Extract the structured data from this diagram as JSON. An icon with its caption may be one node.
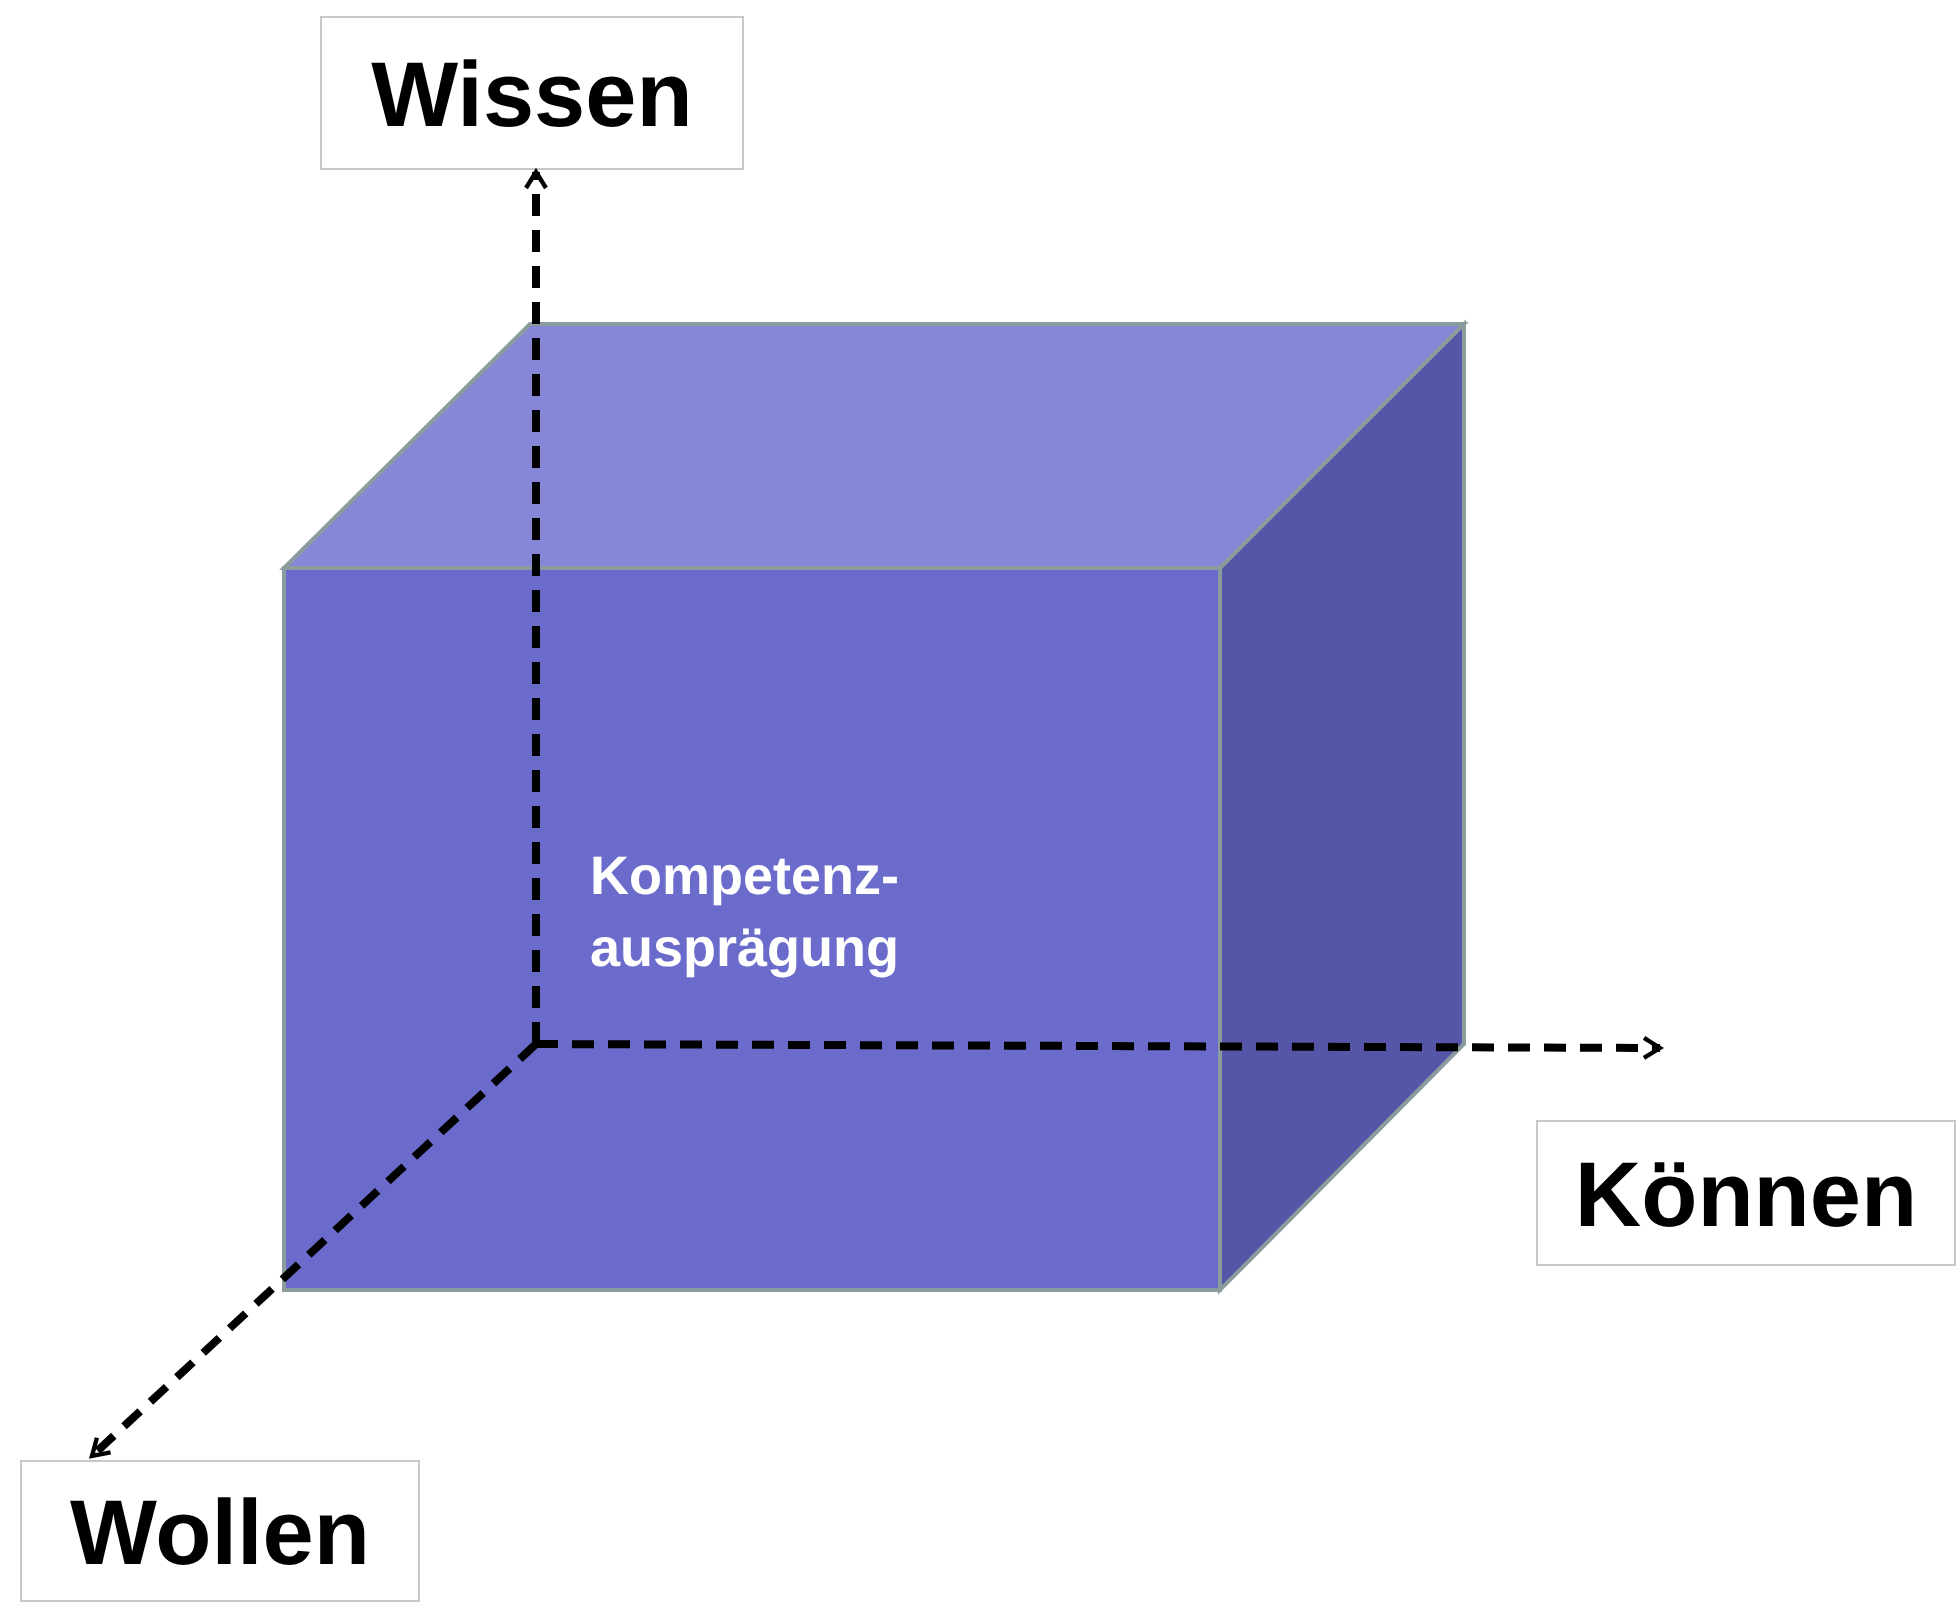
{
  "diagram": {
    "nodes": [
      {
        "text": [
          "Kompetenz- ausprägung"
        ]
      },
      {
        "text": [
          "Wissen"
        ]
      },
      {
        "text": [
          "Können"
        ]
      },
      {
        "text": [
          "Wollen"
        ]
      }
    ],
    "edges": [
      {
        "from": 0,
        "to": 1,
        "arrow": "to",
        "style": "dashed"
      },
      {
        "from": 0,
        "to": 2,
        "arrow": "to",
        "style": "dashed"
      },
      {
        "from": 0,
        "to": 3,
        "arrow": "to",
        "style": "dashed"
      }
    ]
  }
}
